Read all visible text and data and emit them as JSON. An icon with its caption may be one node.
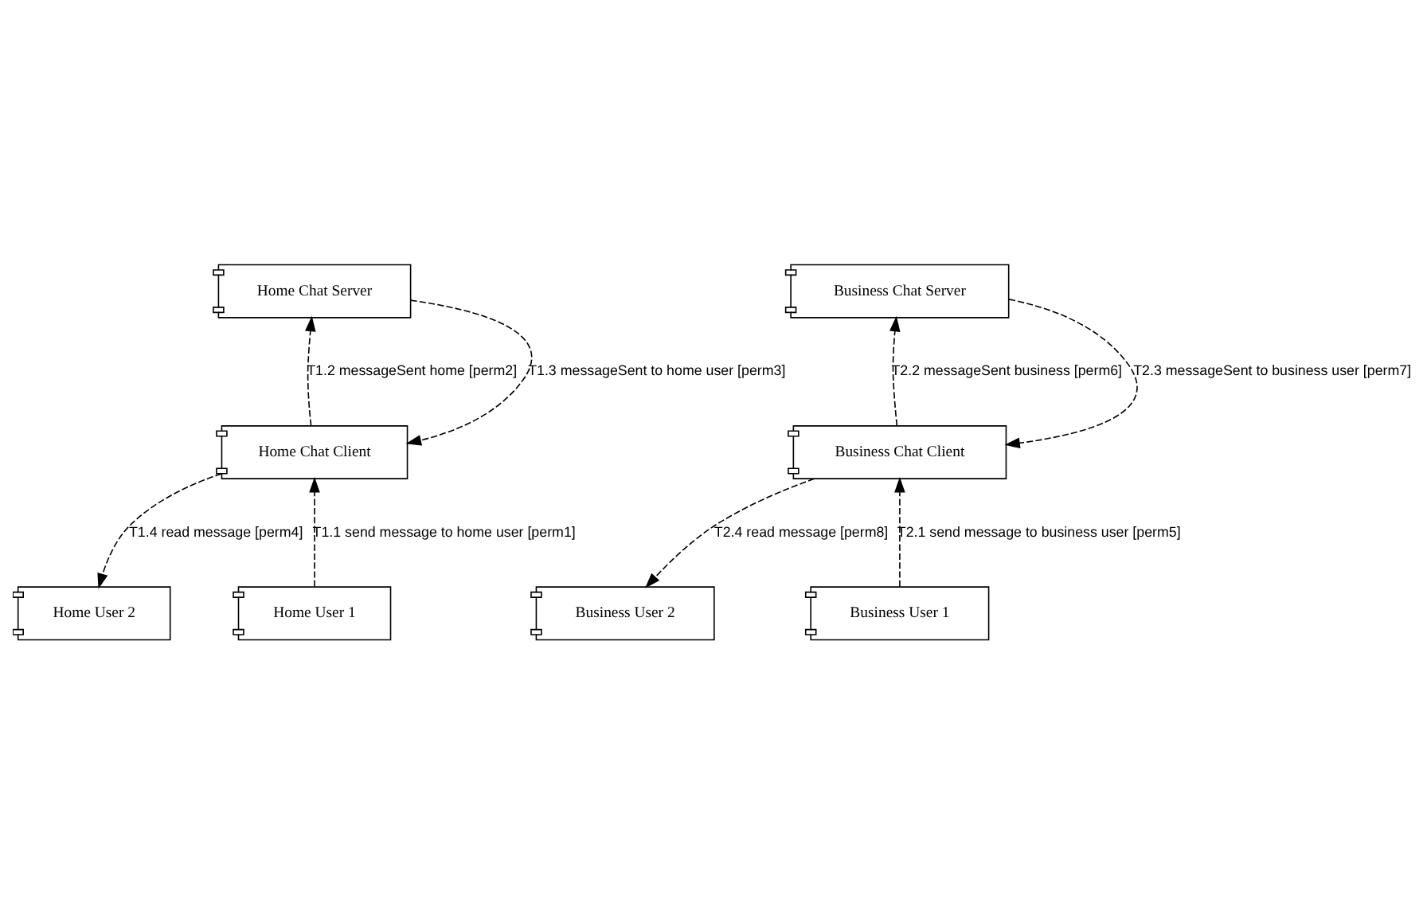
{
  "diagram": {
    "nodes": [
      {
        "text": [
          "Home Chat Server"
        ]
      },
      {
        "text": [
          "Business Chat Server"
        ]
      },
      {
        "text": [
          "Home Chat Client"
        ]
      },
      {
        "text": [
          "Business Chat Client"
        ]
      },
      {
        "text": [
          "Home User 1"
        ]
      },
      {
        "text": [
          "Home User 2"
        ]
      },
      {
        "text": [
          "Business User 1"
        ]
      },
      {
        "text": [
          "Business User 2"
        ]
      }
    ],
    "edges": [
      {
        "from": 4,
        "to": 2,
        "arrow": "to",
        "style": "dashed",
        "label": "T1.1 send message to home user [perm1]"
      },
      {
        "from": 2,
        "to": 0,
        "arrow": "to",
        "style": "dashed",
        "label": "T1.2 messageSent home [perm2]"
      },
      {
        "from": 0,
        "to": 2,
        "arrow": "to",
        "style": "dashed",
        "label": "T1.3 messageSent to home user [perm3]"
      },
      {
        "from": 2,
        "to": 5,
        "arrow": "to",
        "style": "dashed",
        "label": "T1.4 read message [perm4]"
      },
      {
        "from": 6,
        "to": 3,
        "arrow": "to",
        "style": "dashed",
        "label": "T2.1 send message to business user [perm5]"
      },
      {
        "from": 3,
        "to": 1,
        "arrow": "to",
        "style": "dashed",
        "label": "T2.2 messageSent business [perm6]"
      },
      {
        "from": 1,
        "to": 3,
        "arrow": "to",
        "style": "dashed",
        "label": "T2.3 messageSent to business user [perm7]"
      },
      {
        "from": 3,
        "to": 7,
        "arrow": "to",
        "style": "dashed",
        "label": "T2.4 read message [perm8]"
      }
    ]
  }
}
